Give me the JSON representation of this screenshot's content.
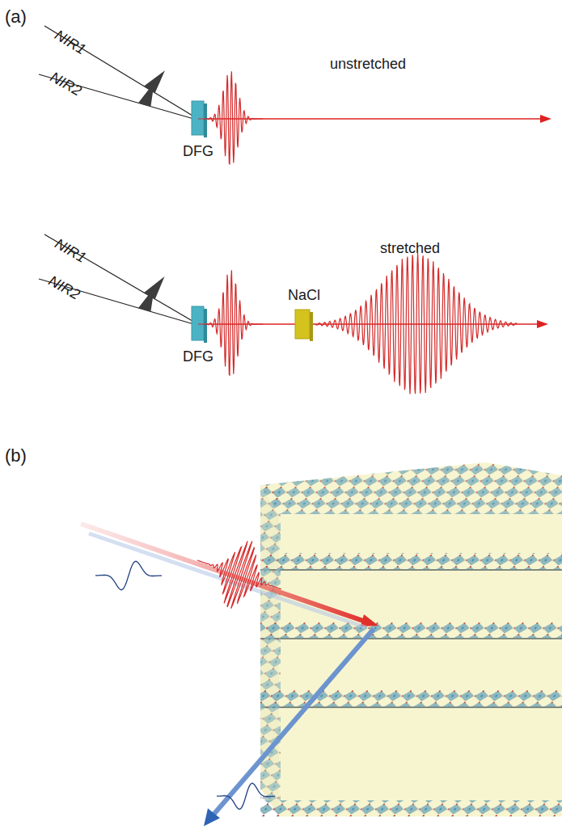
{
  "diagram": {
    "labels": [
      "(a)",
      "NIR1",
      "NIR2",
      "DFG",
      "unstretched",
      "NIR1",
      "NIR2",
      "DFG",
      "NaCl",
      "stretched",
      "(b)"
    ]
  }
}
